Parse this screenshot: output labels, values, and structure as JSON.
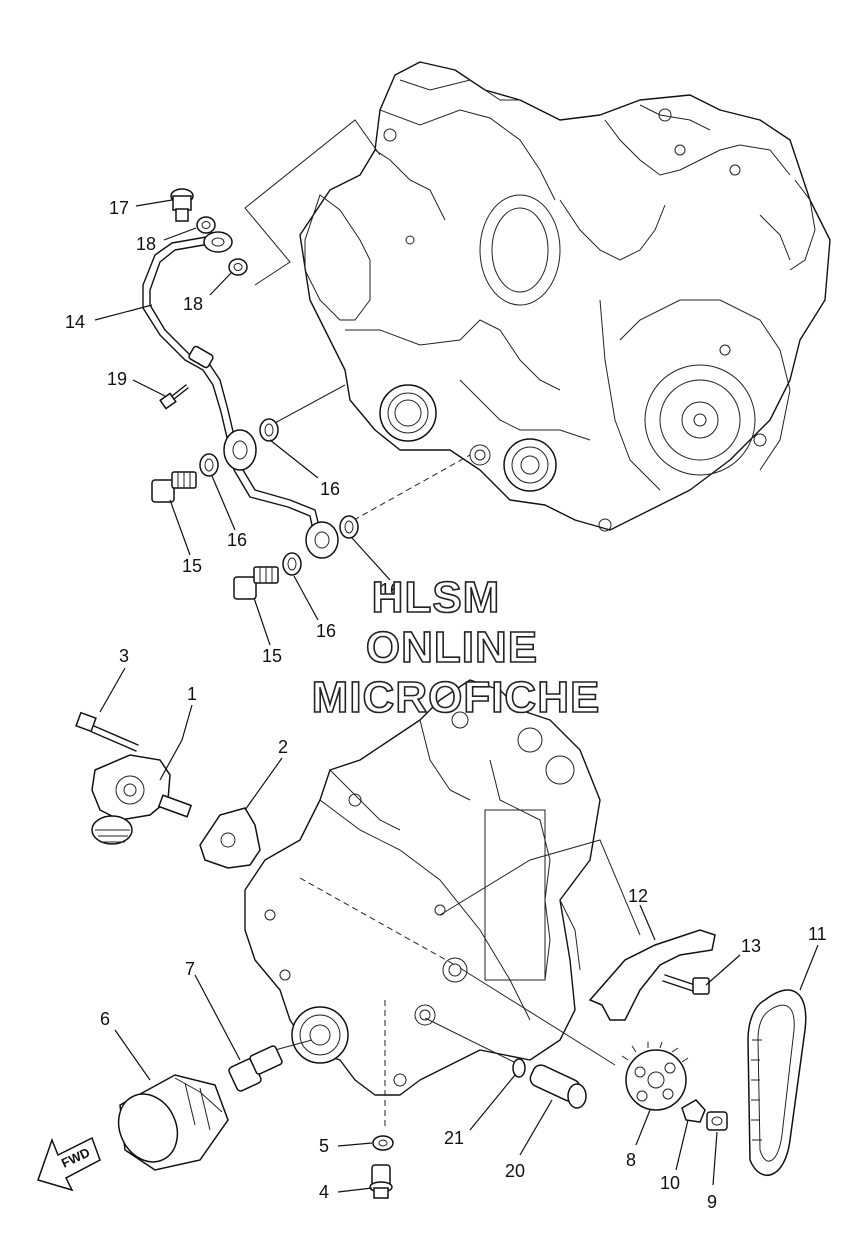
{
  "callouts": {
    "p1": "1",
    "p2": "2",
    "p3": "3",
    "p4": "4",
    "p5": "5",
    "p6": "6",
    "p7": "7",
    "p8": "8",
    "p9": "9",
    "p10": "10",
    "p11": "11",
    "p12": "12",
    "p13": "13",
    "p14": "14",
    "p15a": "15",
    "p15b": "15",
    "p16a": "16",
    "p16b": "16",
    "p16c": "16",
    "p16d": "16",
    "p17": "17",
    "p18a": "18",
    "p18b": "18",
    "p19": "19",
    "p20": "20",
    "p21": "21"
  },
  "watermark": {
    "line1": "HLSM",
    "line2": "ONLINE",
    "line3": "MICROFICHE"
  },
  "fwd_label": "FWD"
}
